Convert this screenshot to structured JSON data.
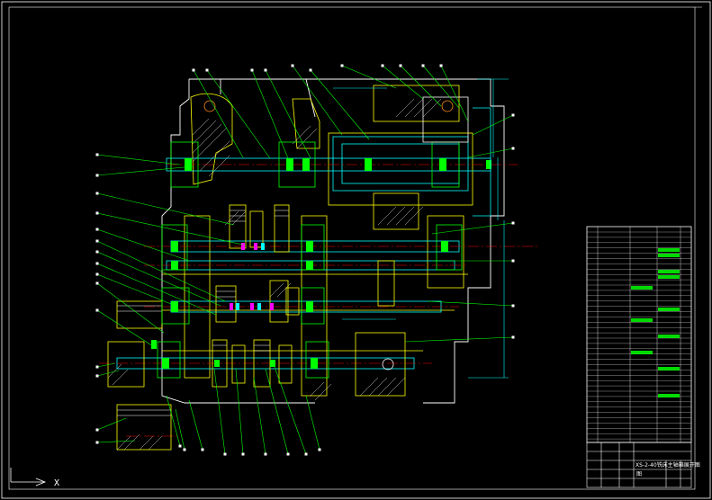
{
  "colors": {
    "background": "#000000",
    "outline": "#ffffff",
    "yellow": "#ffff00",
    "cyan": "#00ffff",
    "green": "#00ff00",
    "red": "#ff0000",
    "magenta": "#ff00ff",
    "orange": "#ff8c1a"
  },
  "title_block": {
    "drawing_title": "XS-2-40铣床主轴箱展开图",
    "sheet_no": "图"
  },
  "ucs_icon": {
    "axis_label": "X"
  }
}
